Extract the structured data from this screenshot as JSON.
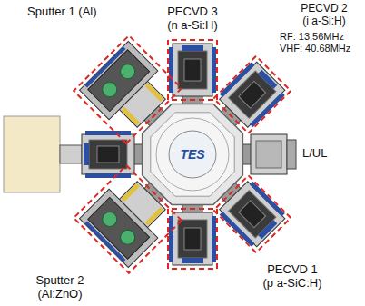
{
  "diagram": {
    "nodes": [
      {
        "text": [
          "Sputter 1 (Al)"
        ]
      },
      {
        "text": [
          "PECVD 3 (n a-Si:H)"
        ]
      },
      {
        "text": [
          "PECVD 2 (i a-Si:H)",
          "RF: 13.56MHz VHF: 40.68MHz"
        ]
      },
      {
        "text": [
          "Sputter 2 (Al:ZnO)"
        ]
      },
      {
        "text": [
          "PECVD 1 (p a-SiC:H)"
        ]
      }
    ],
    "labels": [
      "L/UL",
      "TES"
    ]
  }
}
